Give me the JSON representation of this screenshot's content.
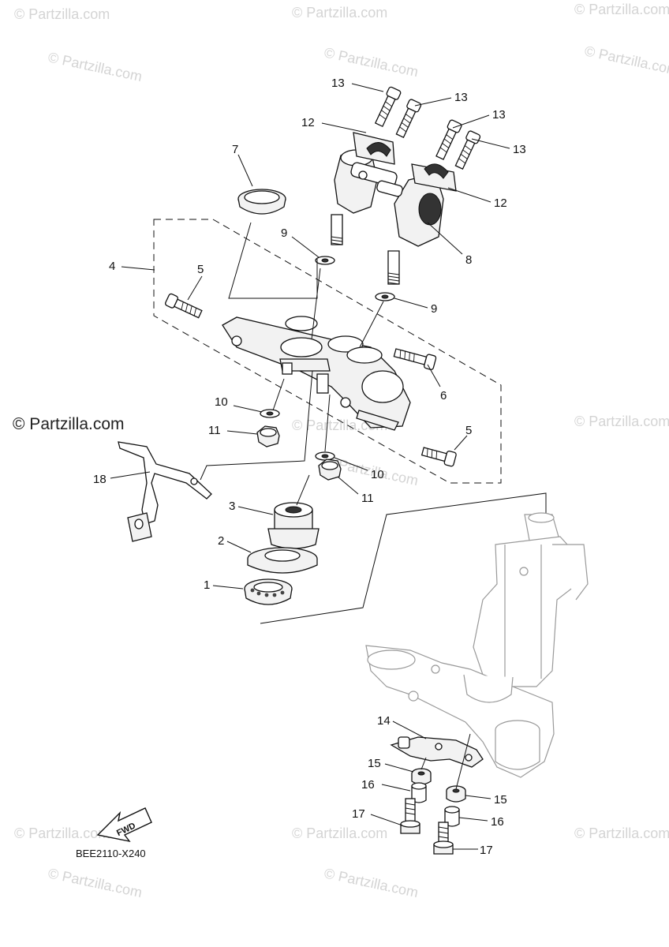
{
  "diagram": {
    "code": "BEE2110-X240",
    "fwd_label": "FWD",
    "watermark_main": "© Partzilla.com",
    "watermark_faint": "© Partzilla.com"
  },
  "callouts": {
    "c1": "1",
    "c2": "2",
    "c3": "3",
    "c4": "4",
    "c5a": "5",
    "c5b": "5",
    "c6": "6",
    "c7": "7",
    "c8": "8",
    "c9a": "9",
    "c9b": "9",
    "c10a": "10",
    "c10b": "10",
    "c11a": "11",
    "c11b": "11",
    "c12a": "12",
    "c12b": "12",
    "c13a": "13",
    "c13b": "13",
    "c13c": "13",
    "c13d": "13",
    "c14": "14",
    "c15a": "15",
    "c15b": "15",
    "c16a": "16",
    "c16b": "16",
    "c17a": "17",
    "c17b": "17",
    "c18": "18"
  },
  "icons": {
    "fwd_arrow": "fwd-arrow-icon"
  }
}
